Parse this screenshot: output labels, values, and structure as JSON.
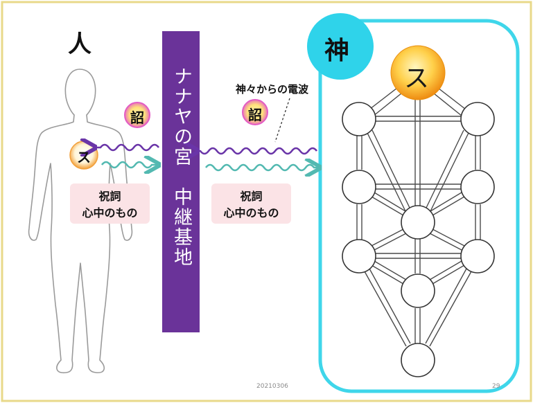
{
  "colors": {
    "frame": "#e8d98a",
    "pillar": "#6a3399",
    "divine_frame": "#3fd6ea",
    "kami_badge": "#2fd3ea",
    "arrow_purple": "#6a35a8",
    "arrow_teal": "#53b9b1",
    "label_bg": "#fbe3e6",
    "badge_pink": "#e35cc4",
    "badge_yellow": "#ffe27a",
    "su_orange": "#f39a1a"
  },
  "labels": {
    "human": "人",
    "kami": "神",
    "pillar": "ナナヤの宮　中継基地",
    "su_divine": "ス",
    "su_human": "ス",
    "mikotonori_human": "詔",
    "mikotonori_divine": "詔",
    "radio_wave": "神々からの電波",
    "norito_left_1": "祝詞",
    "norito_left_2": "心中のもの",
    "norito_right_1": "祝詞",
    "norito_right_2": "心中のもの"
  },
  "footer": {
    "date": "20210306",
    "page": "29"
  },
  "icons": {
    "human_figure": "human-silhouette-icon",
    "tree": "tree-of-life-icon"
  }
}
